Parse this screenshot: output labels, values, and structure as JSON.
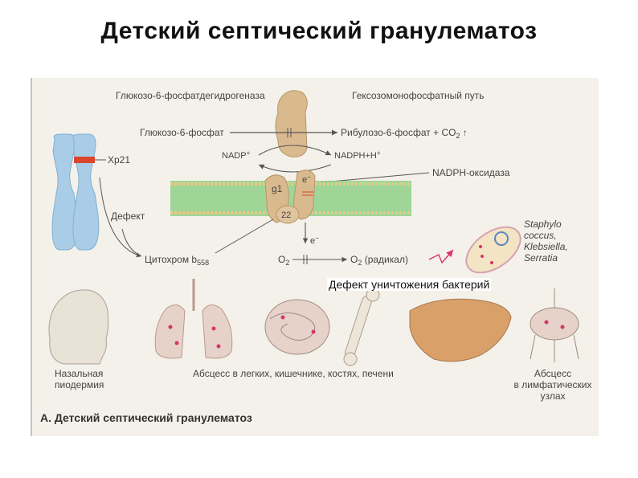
{
  "title": "Детский септический гранулематоз",
  "diagram": {
    "g6pd_label": "Глюкозо-6-фосфатдегидрогеназа",
    "hmp_label": "Гексозомонофосфатный путь",
    "g6p_label": "Глюкозо-6-фосфат",
    "ribulose_label": "Рибулозо-6-фосфат + CO",
    "co2_sub": "2",
    "nadp_label": "NADP",
    "nadp_sup": "+",
    "nadph_label": "NADPH+H",
    "nadph_sup": "+",
    "xp21_label": "Xp21",
    "oxidase_label": "NADPH-оксидаза",
    "g1_label": "g1",
    "p22_label": "22",
    "electron_label": "e",
    "electron_sup": "−",
    "defect_label": "Дефект",
    "cytochrome_label": "Цитохром b",
    "cytochrome_sub": "558",
    "o2_label": "O",
    "o2_sub": "2",
    "radical_label": "O",
    "radical_sub": "2",
    "radical_suffix": "(радикал)",
    "bacteria_line1": "Staphylo",
    "bacteria_line2": "coccus,",
    "bacteria_line3": "Klebsiella,",
    "bacteria_line4": "Serratia",
    "pyoderma_line1": "Назальная",
    "pyoderma_line2": "пиодермия",
    "abscess_label": "Абсцесс в легких, кишечнике, костях, печени",
    "lymph_line1": "Абсцесс",
    "lymph_line2": "в лимфатических",
    "lymph_line3": "узлах",
    "caption": "А. Детский септический гранулематоз"
  },
  "overlay_text": "Дефект уничтожения бактерий",
  "colors": {
    "chromosome": "#a9cde6",
    "chromosome_band": "#d9462a",
    "enzyme": "#d9b98e",
    "membrane": "#8fd18a",
    "membrane_dots": "#e8ca86",
    "arrow": "#555555",
    "text": "#444444",
    "organ": "#e6d2c8",
    "liver": "#d9a06a",
    "lesion": "#d8346e"
  }
}
